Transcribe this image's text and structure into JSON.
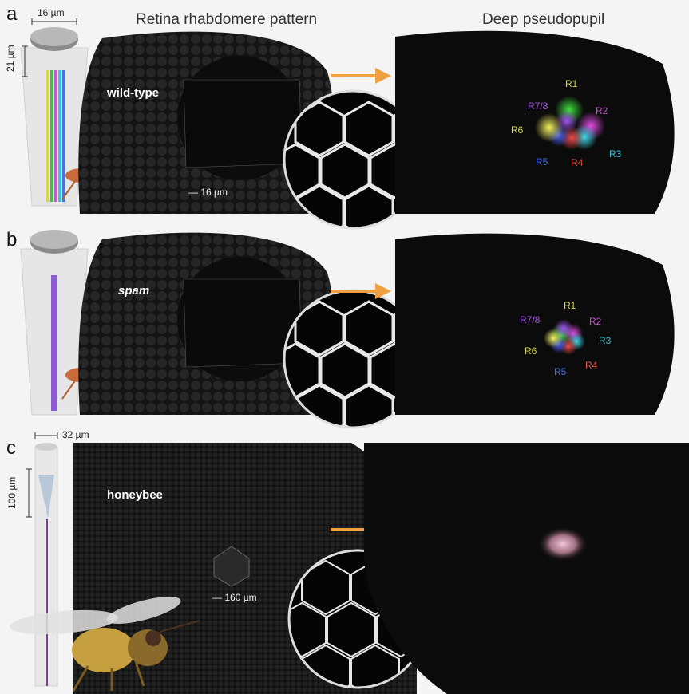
{
  "headers": {
    "left": "Retina rhabdomere pattern",
    "right": "Deep pseudopupil"
  },
  "panels": [
    {
      "letter": "a",
      "eye_label": "wild-type",
      "scale_top": "16 µm",
      "scale_side": "21 µm",
      "scale_eye": "16 µm",
      "rhabdomeres": [
        {
          "label": "R1",
          "color": "#d8d64a"
        },
        {
          "label": "R2",
          "color": "#d24fd6"
        },
        {
          "label": "R3",
          "color": "#3cc3d6"
        },
        {
          "label": "R4",
          "color": "#e2574a"
        },
        {
          "label": "R5",
          "color": "#4a6fe2"
        },
        {
          "label": "R6",
          "color": "#d8d64a"
        },
        {
          "label": "R7/8",
          "color": "#a35ce0"
        }
      ]
    },
    {
      "letter": "b",
      "eye_label": "spam",
      "rhabdomeres": [
        {
          "label": "R1",
          "color": "#d8d64a"
        },
        {
          "label": "R2",
          "color": "#d24fd6"
        },
        {
          "label": "R3",
          "color": "#3cc3d6"
        },
        {
          "label": "R4",
          "color": "#e2574a"
        },
        {
          "label": "R5",
          "color": "#4a6fe2"
        },
        {
          "label": "R6",
          "color": "#d8d64a"
        },
        {
          "label": "R7/8",
          "color": "#a35ce0"
        }
      ]
    },
    {
      "letter": "c",
      "eye_label": "honeybee",
      "scale_top": "32 µm",
      "scale_side": "100 µm",
      "scale_eye": "160 µm"
    }
  ],
  "colors": {
    "arrow": "#f0a040",
    "background": "#f4f4f4",
    "eye": "#161616"
  }
}
